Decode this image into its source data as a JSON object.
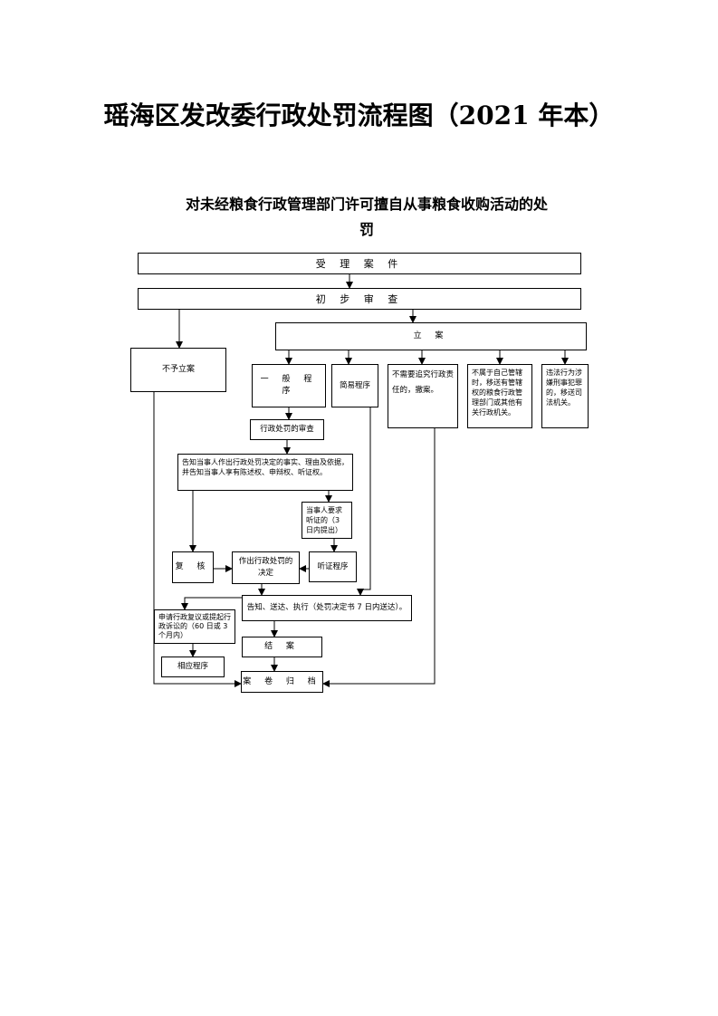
{
  "title": "瑶海区发改委行政处罚流程图（2021 年本）",
  "subtitle_line1": "对未经粮食行政管理部门许可擅自从事粮食收购活动的处",
  "subtitle_line2": "罚",
  "nodes": {
    "accept": "受 理 案 件",
    "preliminary": "初 步 审 查",
    "register": "立 案",
    "not_register": "不予立案",
    "general": "一 般 程 序",
    "simple": "简易程序",
    "no_admin_liability": "不需要追究行政责任的，撤案。",
    "transfer_admin": "不属于自己管辖时，移送有管辖权的粮食行政管理部门或其他有关行政机关。",
    "transfer_judicial": "违法行为涉嫌刑事犯罪的，移送司法机关。",
    "review": "行政处罚的审查",
    "inform": "告知当事人作出行政处罚决定的事实、理由及依据，并告知当事人享有陈述权、申辩权、听证权。",
    "request_hearing": "当事人要求听证的（3 日内提出）",
    "recheck": "复 核",
    "decision": "作出行政处罚的决定",
    "hearing": "听证程序",
    "deliver": "告知、送达、执行（处罚决定书 7 日内送达）。",
    "appeal": "申请行政复议或提起行政诉讼的（60 日或 3 个月内）",
    "close": "结 案",
    "procedure": "相应程序",
    "archive": "案 卷 归 档"
  }
}
